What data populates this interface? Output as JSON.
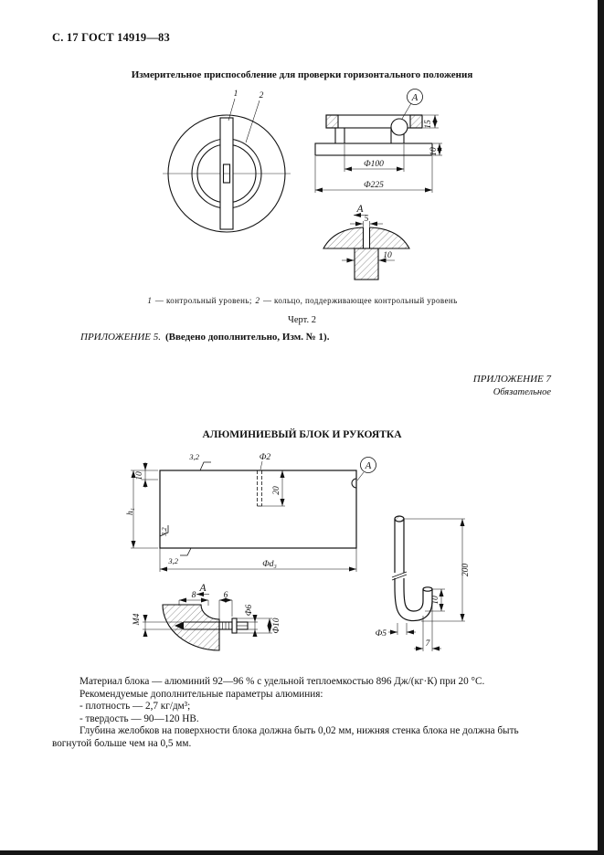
{
  "page": {
    "header": "С. 17 ГОСТ 14919—83"
  },
  "fig1": {
    "title": "Измерительное приспособление для проверки горизонтального положения",
    "part1": "1",
    "part2": "2",
    "view_a": "А",
    "detail_a": "А",
    "dims": {
      "h15": "15",
      "h10": "10",
      "f100": "Ф100",
      "f225": "Ф225",
      "slot": "5",
      "stem": "10"
    },
    "caption": {
      "n1": "1",
      "t1": " — контрольный уровень; ",
      "n2": "2",
      "t2": " — кольцо, поддерживающее контрольный уровень"
    },
    "number": "Черт. 2"
  },
  "appendix5": {
    "label": "ПРИЛОЖЕНИЕ 5.",
    "text": "(Введено дополнительно, Изм. № 1)."
  },
  "appendix7": {
    "label": "ПРИЛОЖЕНИЕ 7",
    "note": "Обязательное",
    "title": "АЛЮМИНИЕВЫЙ БЛОК И РУКОЯТКА"
  },
  "fig2": {
    "view_a": "А",
    "detail_a": "А",
    "dims": {
      "top10": "10",
      "h1": "h₁",
      "rough": "3,2",
      "f2": "Ф2",
      "depth20": "20",
      "fd3": "Фd₃",
      "len200": "200",
      "hook10": "10",
      "f5": "Ф5",
      "tip7": "7",
      "m4": "M4",
      "w8": "8",
      "w6": "6",
      "f6": "Ф6",
      "f10": "Ф10"
    }
  },
  "notes": {
    "p1": "Материал блока — алюминий 92—96 % с удельной теплоемкостью 896 Дж/(кг·К) при 20 °С.",
    "p2": "Рекомендуемые дополнительные параметры алюминия:",
    "p3": "- плотность — 2,7 кг/дм³;",
    "p4": "- твердость — 90—120 НВ.",
    "p5": "Глубина желобков на поверхности блока должна быть 0,02 мм, нижняя стенка блока не должна быть вогнутой больше чем на 0,5 мм."
  }
}
